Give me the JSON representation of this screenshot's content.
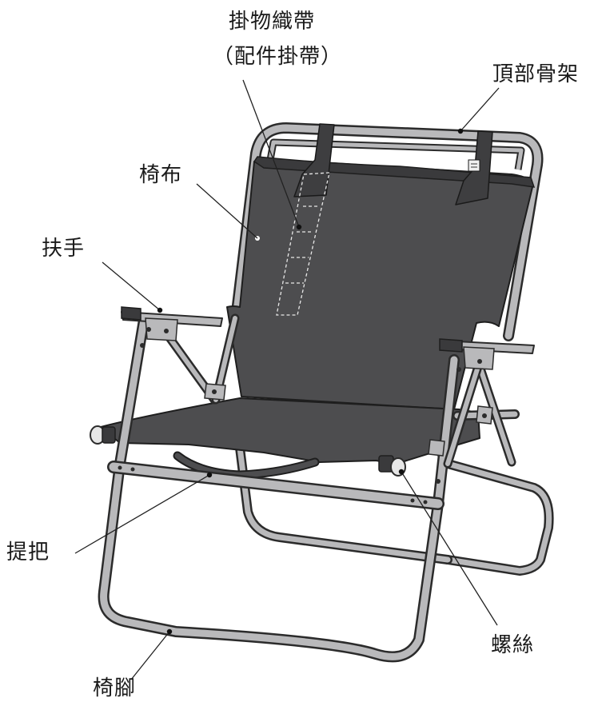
{
  "labels": {
    "strap_title": "掛物織帶",
    "strap_sub": "（配件掛帶）",
    "top_frame": "頂部骨架",
    "fabric": "椅布",
    "armrest": "扶手",
    "handle": "提把",
    "screw": "螺絲",
    "legs": "椅腳"
  },
  "colors": {
    "fabric": "#4d4d4f",
    "frame_outline": "#2b2b2b",
    "frame_fill": "#b9b9bb",
    "leader": "#222222"
  }
}
